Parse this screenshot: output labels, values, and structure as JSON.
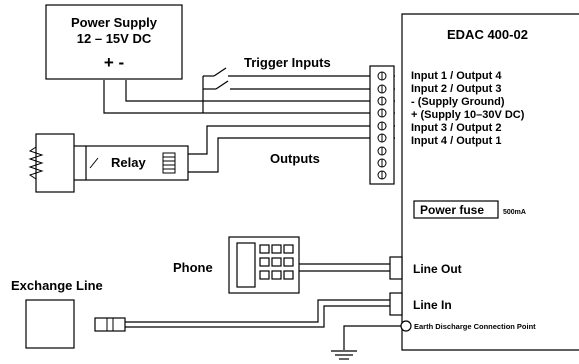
{
  "power_supply": {
    "title": "Power Supply",
    "voltage": "12 – 15V DC",
    "terminals": "+ -"
  },
  "trigger_inputs_label": "Trigger Inputs",
  "outputs_label": "Outputs",
  "relay_label": "Relay",
  "phone_label": "Phone",
  "exchange_line_label": "Exchange Line",
  "edac": {
    "title": "EDAC 400-02",
    "terminals": [
      "Input 1 / Output 4",
      "Input 2 / Output 3",
      "- (Supply Ground)",
      "+ (Supply 10–30V DC)",
      "Input 3 / Output 2",
      "Input 4 / Output 1"
    ],
    "power_fuse_label": "Power fuse",
    "fuse_rating": "500mA",
    "line_out_label": "Line Out",
    "line_in_label": "Line In",
    "earth_label": "Earth Discharge Connection Point"
  }
}
